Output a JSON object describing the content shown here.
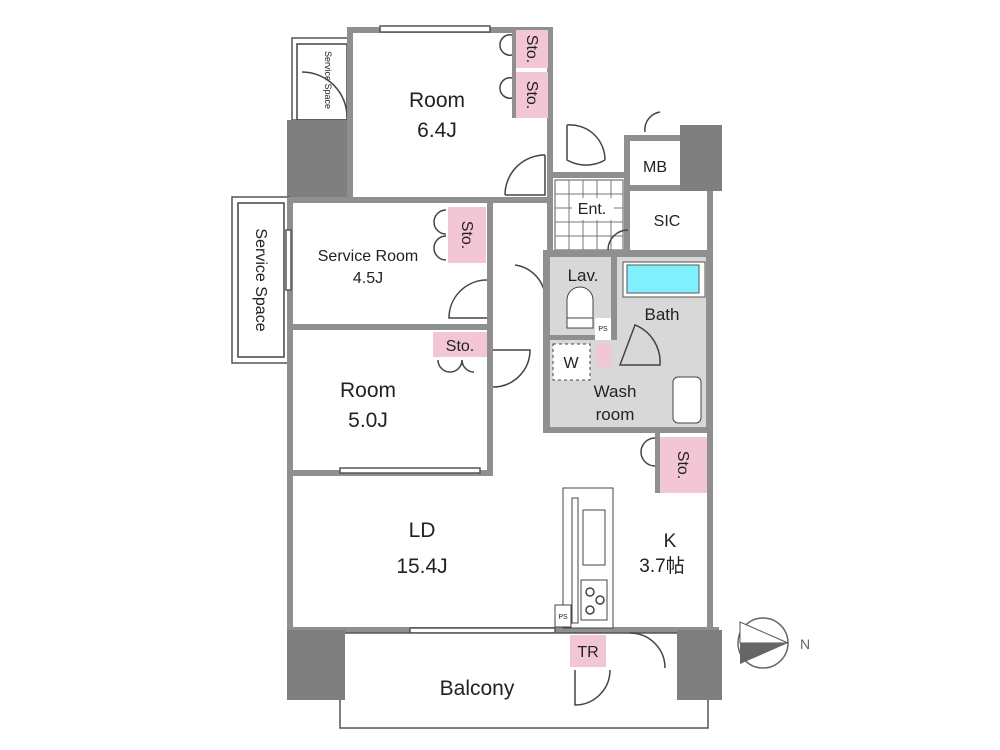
{
  "colors": {
    "wall": "#8f8f8f",
    "storage": "#f3c6d6",
    "wet_area": "#d8d8d8",
    "bathtub": "#80f0ff"
  },
  "rooms": {
    "room1": {
      "name": "Room",
      "size": "6.4J"
    },
    "service_room": {
      "name": "Service Room",
      "size": "4.5J"
    },
    "room2": {
      "name": "Room",
      "size": "5.0J"
    },
    "ld": {
      "name": "LD",
      "size": "15.4J"
    },
    "k": {
      "name": "K",
      "size": "3.7帖"
    },
    "ent": "Ent.",
    "mb": "MB",
    "sic": "SIC",
    "lav": "Lav.",
    "bath": "Bath",
    "wash1": "Wash",
    "wash2": "room",
    "w": "W",
    "ps": "PS",
    "tr": "TR",
    "balcony": "Balcony",
    "sto": "Sto.",
    "sto_small": "Sto.",
    "service_space": "Service Space"
  },
  "compass": {
    "label": "N"
  }
}
